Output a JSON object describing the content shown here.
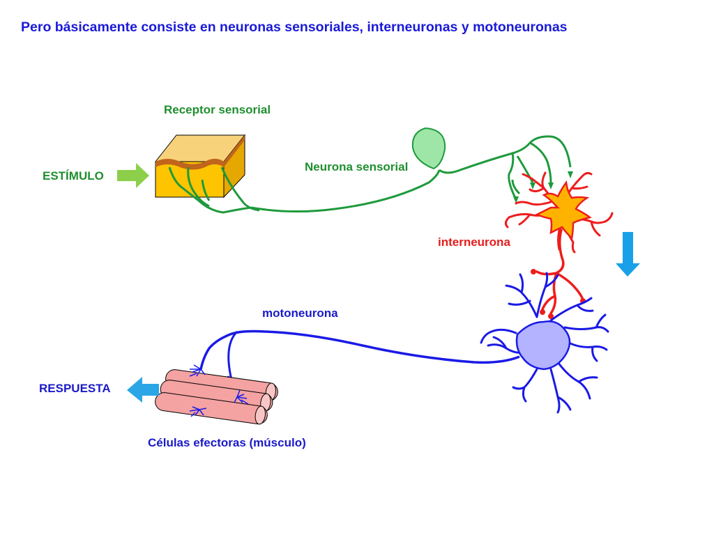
{
  "title": "Pero básicamente consiste en neuronas sensoriales, interneuronas y motoneuronas",
  "labels": {
    "receptor": "Receptor sensorial",
    "stimulus": "ESTÍMULO",
    "sensory_neuron": "Neurona sensorial",
    "interneuron": "interneurona",
    "motoneuron": "motoneurona",
    "response": "RESPUESTA",
    "effectors": "Células efectoras (músculo)"
  },
  "colors": {
    "title": "#1a1ad8",
    "sensory": "#1e9a3c",
    "sensory_body": "#9ee6a8",
    "inter_outline": "#ee1c1c",
    "inter_body": "#ffb300",
    "motor": "#1a1ae6",
    "motor_body": "#b3b3ff",
    "muscle_fill": "#f4a2a2",
    "skin_fill": "#ffc400",
    "skin_top": "#f8d27a",
    "skin_band": "#c0651b",
    "stimulus_arrow": "#8ccf4a",
    "response_arrow": "#2aa6e6",
    "down_arrow": "#1aa0e8",
    "text_green": "#1e8f2e",
    "text_red": "#e61c1c",
    "text_blue": "#1a1ac8"
  },
  "icons": [
    "stimulus-arrow-icon",
    "response-arrow-icon",
    "down-arrow-icon"
  ]
}
